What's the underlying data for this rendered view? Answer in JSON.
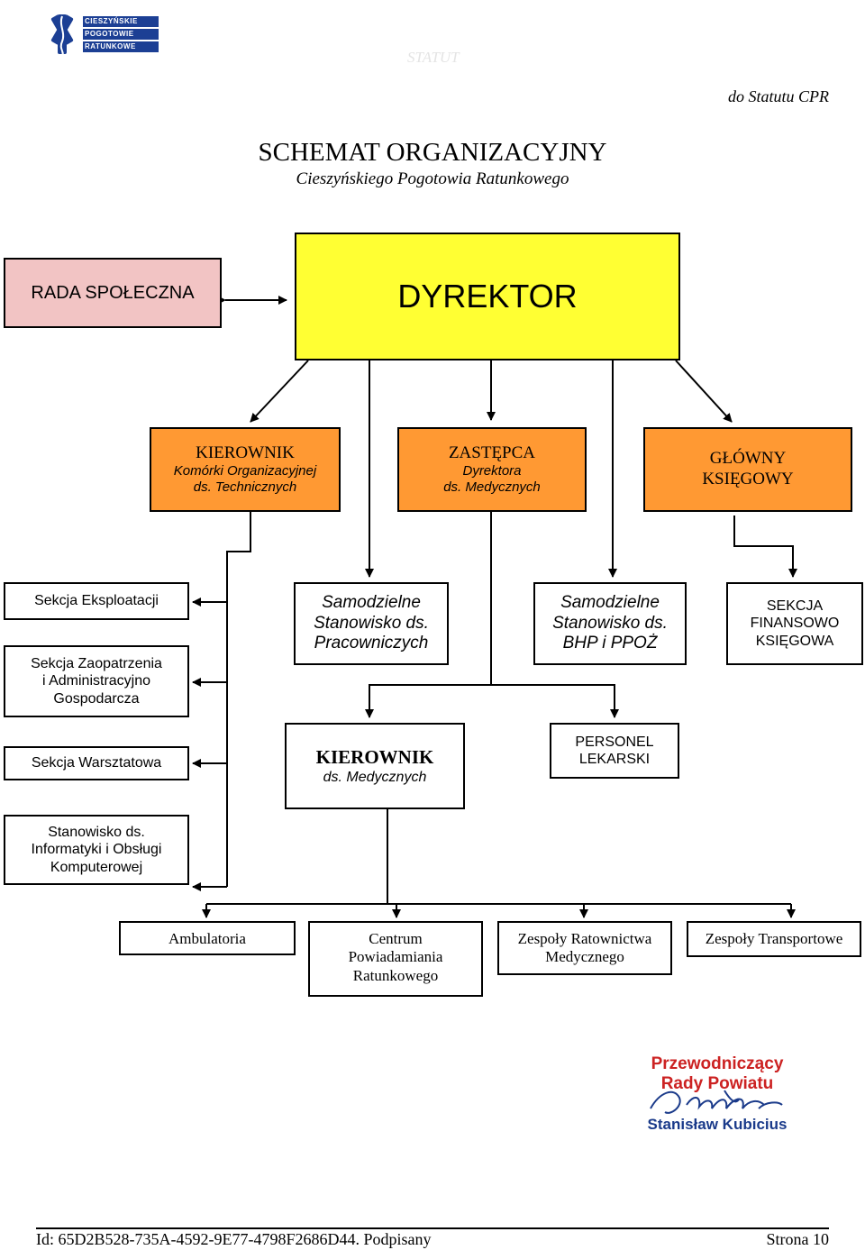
{
  "header": {
    "watermark": "STATUT",
    "reference": "do Statutu CPR",
    "logo_text": [
      "CIESZYŃSKIE",
      "POGOTOWIE",
      "RATUNKOWE"
    ]
  },
  "title": {
    "main": "SCHEMAT ORGANIZACYJNY",
    "subtitle": "Cieszyńskiego Pogotowia Ratunkowego"
  },
  "top": {
    "rada": "RADA SPOŁECZNA",
    "dyrektor": "DYREKTOR"
  },
  "level2": {
    "kierownik_title": "KIEROWNIK",
    "kierownik_line1": "Komórki Organizacyjnej",
    "kierownik_line2": "ds. Technicznych",
    "zastepca_title": "ZASTĘPCA",
    "zastepca_line1": "Dyrektora",
    "zastepca_line2": "ds. Medycznych",
    "glowny_line1": "GŁÓWNY",
    "glowny_line2": "KSIĘGOWY"
  },
  "sections": {
    "eksploatacji": "Sekcja Eksploatacji",
    "zaopatrzenia_1": "Sekcja Zaopatrzenia",
    "zaopatrzenia_2": "i Administracyjno",
    "zaopatrzenia_3": "Gospodarcza",
    "warsztatowa": "Sekcja Warsztatowa",
    "informatyki_1": "Stanowisko ds.",
    "informatyki_2": "Informatyki i Obsługi",
    "informatyki_3": "Komputerowej",
    "pracownicze_1": "Samodzielne",
    "pracownicze_2": "Stanowisko ds.",
    "pracownicze_3": "Pracowniczych",
    "bhp_1": "Samodzielne",
    "bhp_2": "Stanowisko ds.",
    "bhp_3": "BHP i PPOŻ",
    "finansowo_1": "SEKCJA",
    "finansowo_2": "FINANSOWO",
    "finansowo_3": "KSIĘGOWA",
    "kierownik_med_1": "KIEROWNIK",
    "kierownik_med_2": "ds. Medycznych",
    "personel_1": "PERSONEL",
    "personel_2": "LEKARSKI"
  },
  "bottom": {
    "ambulatoria": "Ambulatoria",
    "centrum_1": "Centrum",
    "centrum_2": "Powiadamiania",
    "centrum_3": "Ratunkowego",
    "zespoly_r_1": "Zespoły Ratownictwa",
    "zespoly_r_2": "Medycznego",
    "zespoly_t": "Zespoły Transportowe"
  },
  "stamp": {
    "line1": "Przewodniczący",
    "line2": "Rady Powiatu",
    "line3": "Stanisław Kubicius"
  },
  "footer": {
    "id": "Id: 65D2B528-735A-4592-9E77-4798F2686D44. Podpisany",
    "page": "Strona 10"
  },
  "colors": {
    "rada_fill": "#f2c4c4",
    "dyrektor_fill": "#ffff33",
    "orange_fill": "#ff9933",
    "stamp_red": "#cc2222",
    "stamp_blue": "#1a3a8a",
    "logo_blue": "#1c3f94"
  }
}
